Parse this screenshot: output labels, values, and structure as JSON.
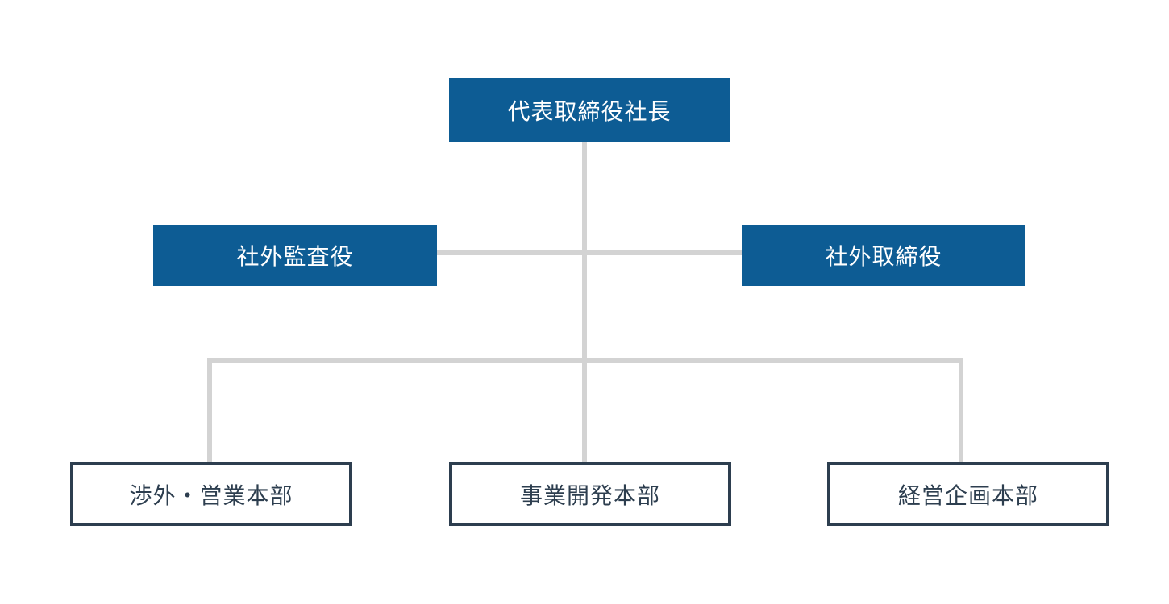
{
  "diagram": {
    "type": "org-chart",
    "colors": {
      "background": "#ffffff",
      "filled_box_bg": "#0d5c94",
      "filled_box_text": "#ffffff",
      "outlined_box_border": "#2d3e4f",
      "outlined_box_text": "#2d3e4f",
      "connector": "#d3d3d3"
    },
    "nodes": {
      "president": {
        "label": "代表取締役社長",
        "style": "filled"
      },
      "outside_auditor": {
        "label": "社外監査役",
        "style": "filled"
      },
      "outside_director": {
        "label": "社外取締役",
        "style": "filled"
      },
      "external_sales_division": {
        "label": "渉外・営業本部",
        "style": "outlined"
      },
      "business_development_division": {
        "label": "事業開発本部",
        "style": "outlined"
      },
      "corporate_planning_division": {
        "label": "経営企画本部",
        "style": "outlined"
      }
    },
    "edges": [
      {
        "from": "president",
        "to": "outside_auditor"
      },
      {
        "from": "president",
        "to": "outside_director"
      },
      {
        "from": "president",
        "to": "external_sales_division"
      },
      {
        "from": "president",
        "to": "business_development_division"
      },
      {
        "from": "president",
        "to": "corporate_planning_division"
      }
    ]
  }
}
